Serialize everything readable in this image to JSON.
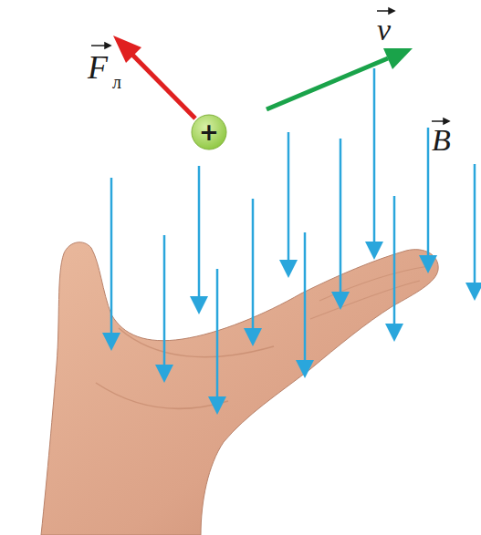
{
  "diagram": {
    "nodes": [
      {
        "text": [
          "+"
        ]
      }
    ],
    "labels": [
      "F",
      "л",
      "v",
      "B"
    ]
  }
}
